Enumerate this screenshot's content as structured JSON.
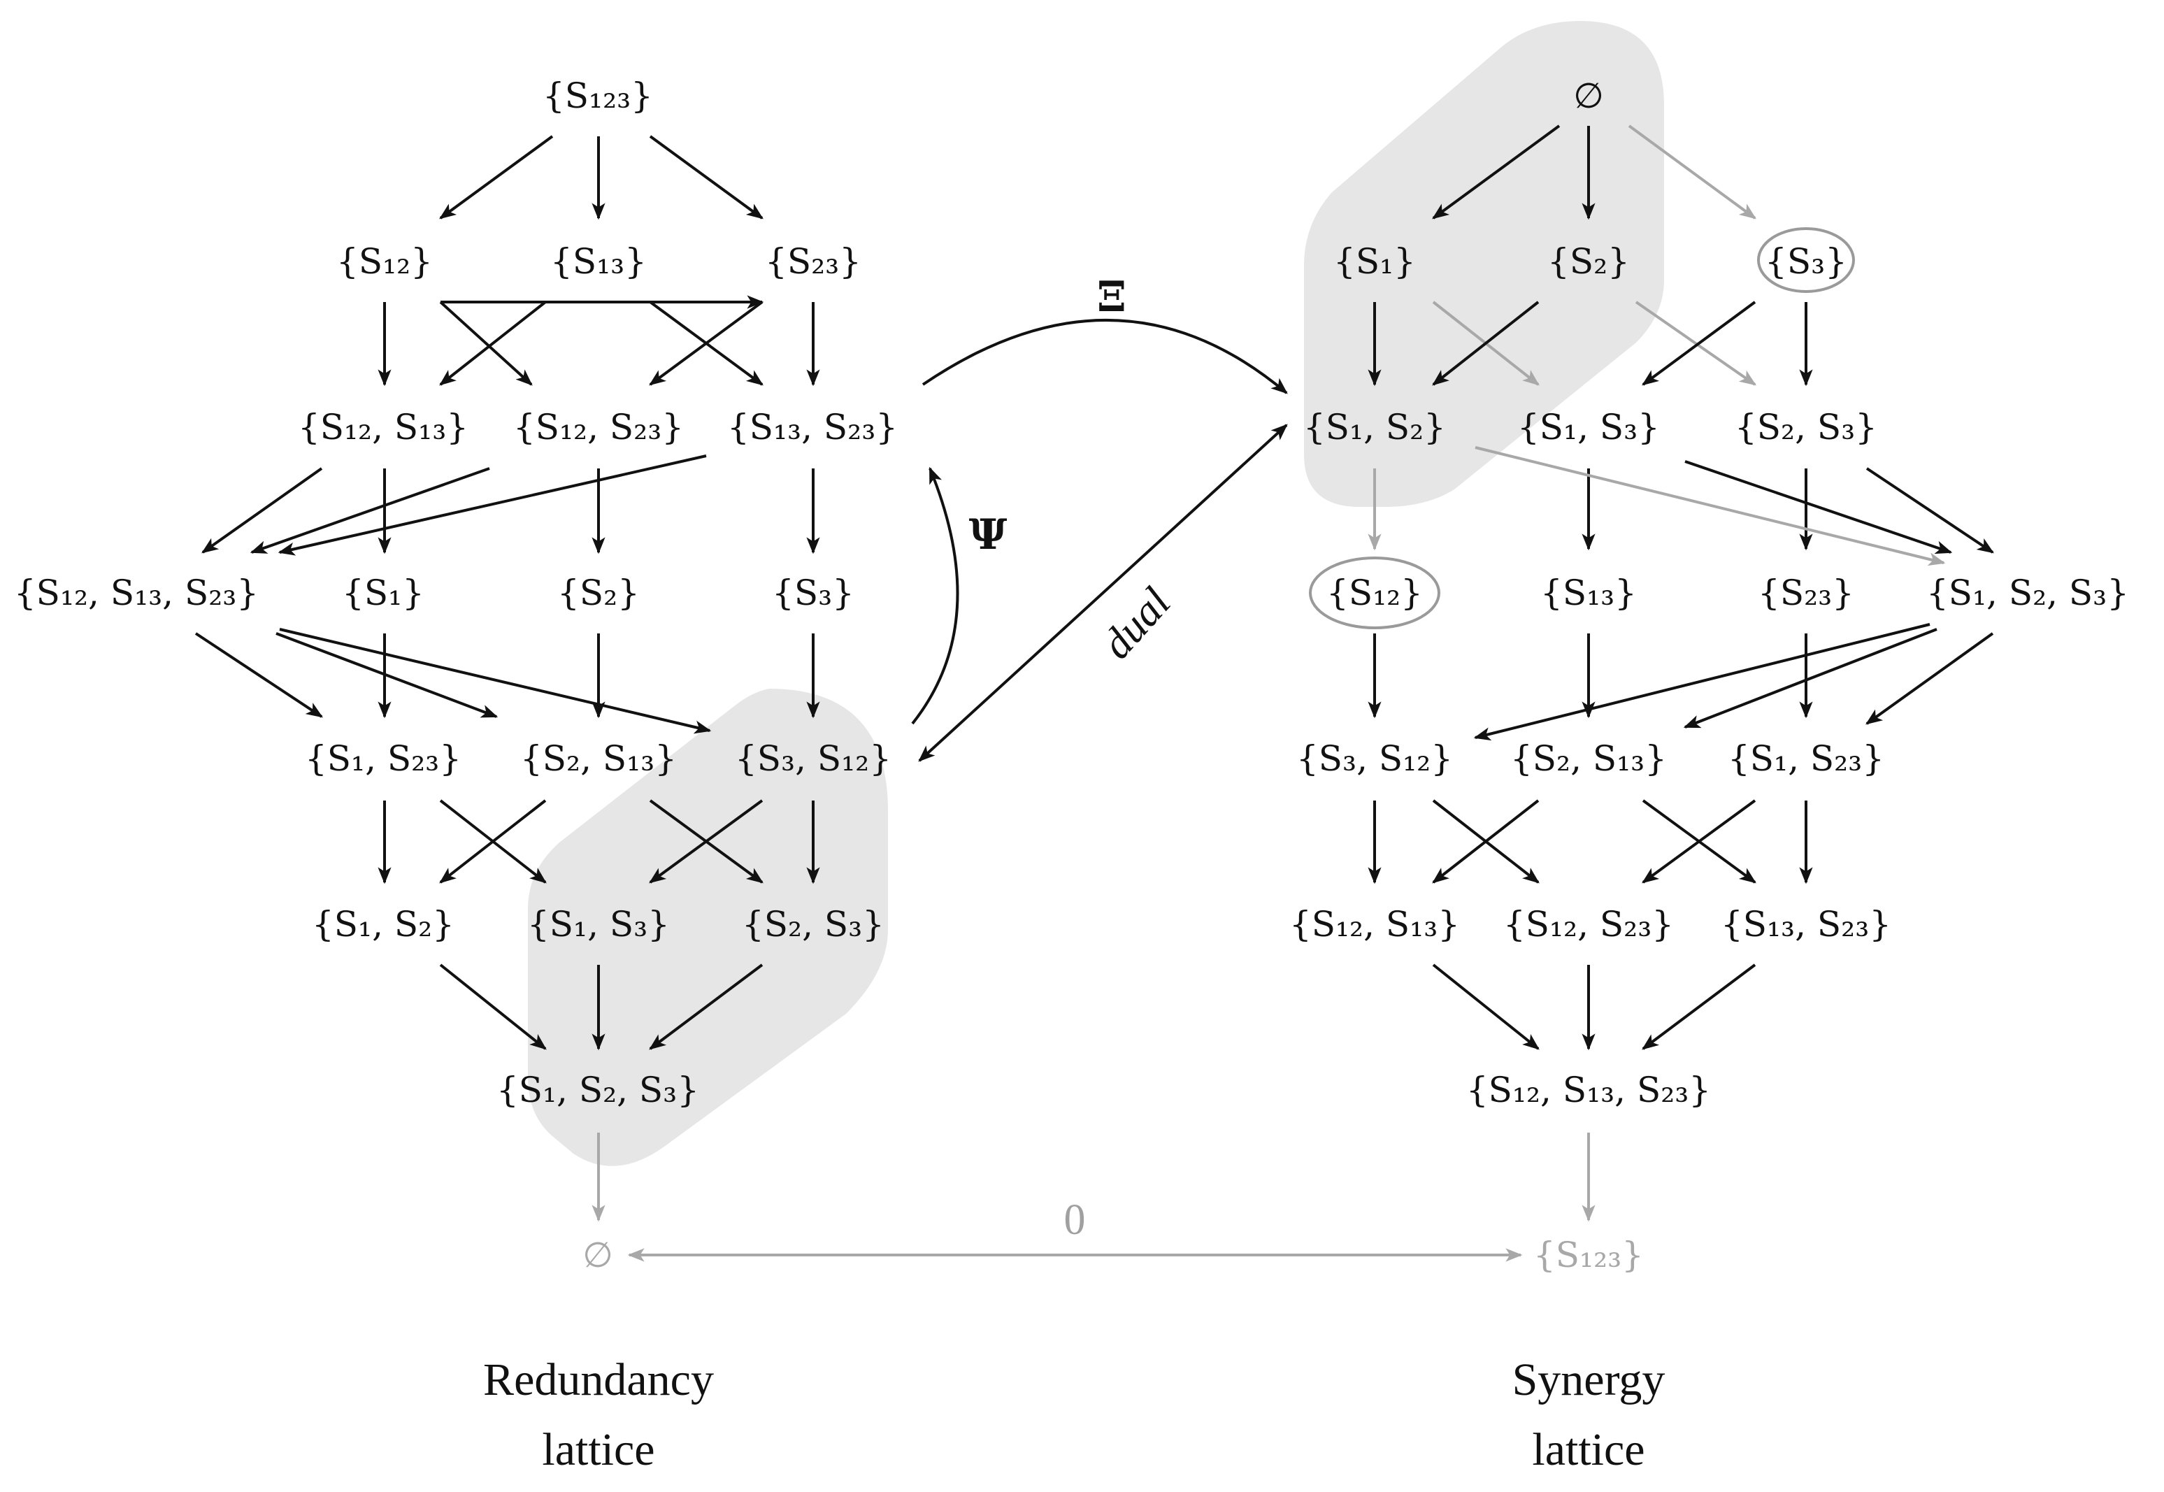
{
  "redundancy_lattice": {
    "caption_line1": "Redundancy",
    "caption_line2": "lattice",
    "nodes": {
      "r_123": "{S₁₂₃}",
      "r_12": "{S₁₂}",
      "r_13": "{S₁₃}",
      "r_23": "{S₂₃}",
      "r_12_13": "{S₁₂, S₁₃}",
      "r_12_23": "{S₁₂, S₂₃}",
      "r_13_23": "{S₁₃, S₂₃}",
      "r_12_13_23": "{S₁₂, S₁₃, S₂₃}",
      "r_1": "{S₁}",
      "r_2": "{S₂}",
      "r_3": "{S₃}",
      "r_1_23": "{S₁, S₂₃}",
      "r_2_13": "{S₂, S₁₃}",
      "r_3_12": "{S₃, S₁₂}",
      "r_1_2": "{S₁, S₂}",
      "r_1_3": "{S₁, S₃}",
      "r_2_3": "{S₂, S₃}",
      "r_1_2_3": "{S₁, S₂, S₃}",
      "r_empty": "∅"
    }
  },
  "synergy_lattice": {
    "caption_line1": "Synergy",
    "caption_line2": "lattice",
    "nodes": {
      "s_empty": "∅",
      "s_1": "{S₁}",
      "s_2": "{S₂}",
      "s_3": "{S₃}",
      "s_1_2": "{S₁, S₂}",
      "s_1_3": "{S₁, S₃}",
      "s_2_3": "{S₂, S₃}",
      "s_12": "{S₁₂}",
      "s_13": "{S₁₃}",
      "s_23": "{S₂₃}",
      "s_1_2_3": "{S₁, S₂, S₃}",
      "s_3_12": "{S₃, S₁₂}",
      "s_2_13": "{S₂, S₁₃}",
      "s_1_23": "{S₁, S₂₃}",
      "s_12_13": "{S₁₂, S₁₃}",
      "s_12_23": "{S₁₂, S₂₃}",
      "s_13_23": "{S₁₃, S₂₃}",
      "s_12_13_23": "{S₁₂, S₁₃, S₂₃}",
      "s_123": "{S₁₂₃}"
    }
  },
  "maps": {
    "xi": "Ξ",
    "psi": "Ψ",
    "dual": "dual",
    "zero": "0"
  },
  "colors": {
    "ink": "#111111",
    "gray_ink": "#a8a8a8",
    "highlight": "#e6e6e6",
    "ellipse": "#9a9a9a"
  }
}
